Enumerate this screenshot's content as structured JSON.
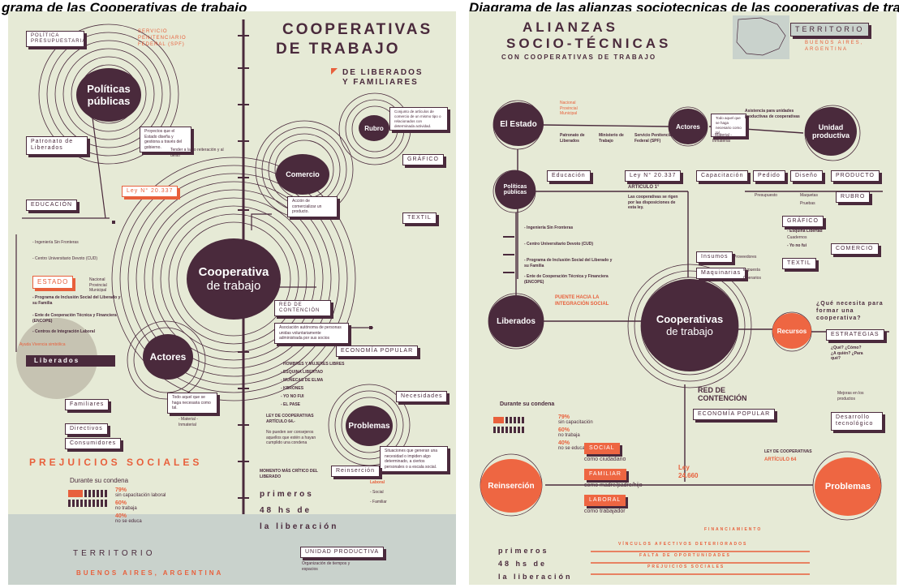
{
  "header": {
    "left_title": "grama de las Cooperativas de trabajo",
    "right_title": "Diagrama de las alianzas sociotecnicas de las cooperativas de trabajo"
  },
  "left": {
    "title1": "COOPERATIVAS",
    "title2": "DE TRABAJO",
    "subtitle1": "DE LIBERADOS",
    "subtitle2": "Y FAMILIARES",
    "politica": "POLÍTICA PRESUPUESTARIA",
    "spf": "SERVICIO PENITENCIARIO FEDERAL (SPF)",
    "politicas": "Políticas públicas",
    "politicas_note": "Proyectos que el Estado diseña y gestiona a través del gobierno.",
    "patronato": "Patronato de Liberados",
    "patronato_note": "Tender a la no reiteración y al delito",
    "educacion": "EDUCACIÓN",
    "ing": "- Ingeniería Sin Fronteras",
    "centro": "- Centro Universitario Devoto (CUD)",
    "ley": "Ley N° 20.337",
    "estado": "ESTADO",
    "nacional": "Nacional Provincial Municipal",
    "prog": "- Programa de Inclusión Social del Liberado y su Familia",
    "ente": "- Ente de Cooperación Técnica y Financiera (ENCOPE)",
    "centros": "- Centros de Integración Laboral",
    "ayuda": "Ayuda Vivencia simbólica",
    "liberados": "Liberados",
    "familiares": "Familiares",
    "directivos": "Directivos",
    "consumidores": "Consumidores",
    "rubro": "Rubro",
    "rubro_note": "Conjunto de artículos de comercio de un mismo tipo o relacionados con determinada actividad.",
    "comercio": "Comercio",
    "comercio_note": "Acción de comercializar un producto.",
    "grafico": "GRÁFICO",
    "textil": "TEXTIL",
    "coop1": "Cooperativa",
    "coop2": "de trabajo",
    "red": "RED DE CONTENCIÓN",
    "red_note": "Asociación autónoma de personas unidas voluntariamente administrada por sus socios",
    "econ": "ECONOMÍA POPULAR",
    "hombres": "- HOMBRES Y MUJERES LIBRES",
    "esquina": "- ESQUINA LIBERTAD",
    "munecas": "- MUÑECAS DE ELMA",
    "kbrones": "- KBRONES",
    "yono": "- YO NO FUI",
    "elpase": "- EL PASE",
    "actores": "Actores",
    "actores_note": "Todo aquel que se haga necesaria como tal.",
    "material": "- Material - Inmaterial",
    "leycoop": "LEY DE COOPERATIVAS ARTÍCULO 64.-",
    "leycoop_note": "No pueden ser consejeros aquellos que estén a hayan cumplido una condena",
    "problemas": "Problemas",
    "necesidades": "Necesidades",
    "problemas_note": "Situaciones que generan una necesidad o impiden algo determinado, a ciertos personales o a escala social.",
    "reinsercion": "Reinserción",
    "laboral": "Laboral",
    "social": "- Social",
    "familiar": "- Familiar",
    "prejuicios": "PREJUICIOS SOCIALES",
    "durante": "Durante su condena",
    "pct1": "79%",
    "lab1": "sin capacitación laboral",
    "pct2": "60%",
    "lab2": "no trabaja",
    "pct3": "40%",
    "lab3": "no se educa",
    "primeros": "primeros",
    "hs": "48 hs de",
    "liberacion": "la liberación",
    "unidad": "UNIDAD PRODUCTIVA",
    "unidad_note": "Organización de tiempos y espacios",
    "territorio": "TERRITORIO",
    "baires": "BUENOS AIRES, ARGENTINA",
    "momento": "MOMENTO MÁS CRÍTICO DEL LIBERADO"
  },
  "right": {
    "title1": "ALIANZAS",
    "title2": "SOCIO-TÉCNICAS",
    "subtitle": "CON COOPERATIVAS DE TRABAJO",
    "territorio": "TERRITORIO",
    "baires": "BUENOS AIRES, ARGENTINA",
    "estado": "El Estado",
    "nacional": "Nacional Provincial Municipal",
    "patronato": "Patronato de Liberados",
    "ministerio": "Ministerio de Trabajo",
    "spf": "Servicio Penitenciario Federal (SPF)",
    "actores": "Actores",
    "actores_note": "Todo aquel que se haga necesario como tal.",
    "material": "- Material - Inmaterial",
    "unidad": "Unidad productiva",
    "unidad_note": "Asistencia para unidades productivas de cooperativas",
    "politicas": "Políticas públicas",
    "educacion": "Educación",
    "ley": "Ley N° 20.337",
    "articulo": "ARTÍCULO 1°",
    "ley_note": "Las cooperativas se rigen por las disposiciones de esta ley.",
    "capacitacion": "Capacitación",
    "pedido": "Pedido",
    "diseno": "Diseño",
    "producto": "PRODUCTO",
    "presupuesto": "Presupuesto",
    "maquetas": "Maquetas",
    "pruebas": "Pruebas",
    "rubro": "RUBRO",
    "grafico": "GRÁFICO",
    "esquina": "- Esquina Libertad",
    "cuadernos": "Cuadernos",
    "yonofui": "- Yo no fui",
    "textil": "TEXTIL",
    "comercio": "COMERCIO",
    "ing": "- Ingeniería Sin Fronteras",
    "centro": "- Centro Universitario Devoto (CUD)",
    "prog": "- Programa de Inclusión Social del Liberado y su Familia",
    "ente": "- Ente de Cooperación Técnica y Financiera (ENCOPE)",
    "insumos": "Insumos",
    "proveedores": "Proveedores",
    "maquinarias": "Maquinarias",
    "expuesta": "Expuesta",
    "operarios": "Operarios",
    "liberados": "Liberados",
    "puente": "PUENTE HACIA LA INTEGRACIÓN SOCIAL",
    "coop1": "Cooperativas",
    "coop2": "de trabajo",
    "recursos": "Recursos",
    "que": "¿Qué necesita para formar una cooperativa?",
    "estrategias": "ESTRATEGIAS",
    "que2": "¿Qué? ¿Cómo? ¿A quién? ¿Para qué?",
    "mejoras": "Mejoras en los productos",
    "desarrollo": "Desarrollo tecnológico",
    "red": "RED DE CONTENCIÓN",
    "econ": "ECONOMÍA POPULAR",
    "durante": "Durante su condena",
    "pct1": "79%",
    "lab1": "sin capacitación",
    "pct2": "60%",
    "lab2": "no trabaja",
    "pct3": "40%",
    "lab3": "no se educa",
    "social": "SOCIAL",
    "como1": "como ciudadano",
    "familiar": "FAMILIAR",
    "como2": "como madre/padre/hijo",
    "laboral": "LABORAL",
    "como3": "como trabajador",
    "reinsercion": "Reinserción",
    "problemas": "Problemas",
    "vinculos": "VÍNCULOS AFECTIVOS DETERIORADOS",
    "falta": "FALTA DE OPORTUNIDADES",
    "prejuicios": "PREJUICIOS SOCIALES",
    "primeros": "primeros",
    "hs": "48 hs de",
    "liberacion": "la liberación",
    "financiamiento": "FINANCIAMIENTO",
    "ley24": "Ley 24.660",
    "leycoop": "LEY DE COOPERATIVAS",
    "art64": "ARTÍCULO 64"
  }
}
